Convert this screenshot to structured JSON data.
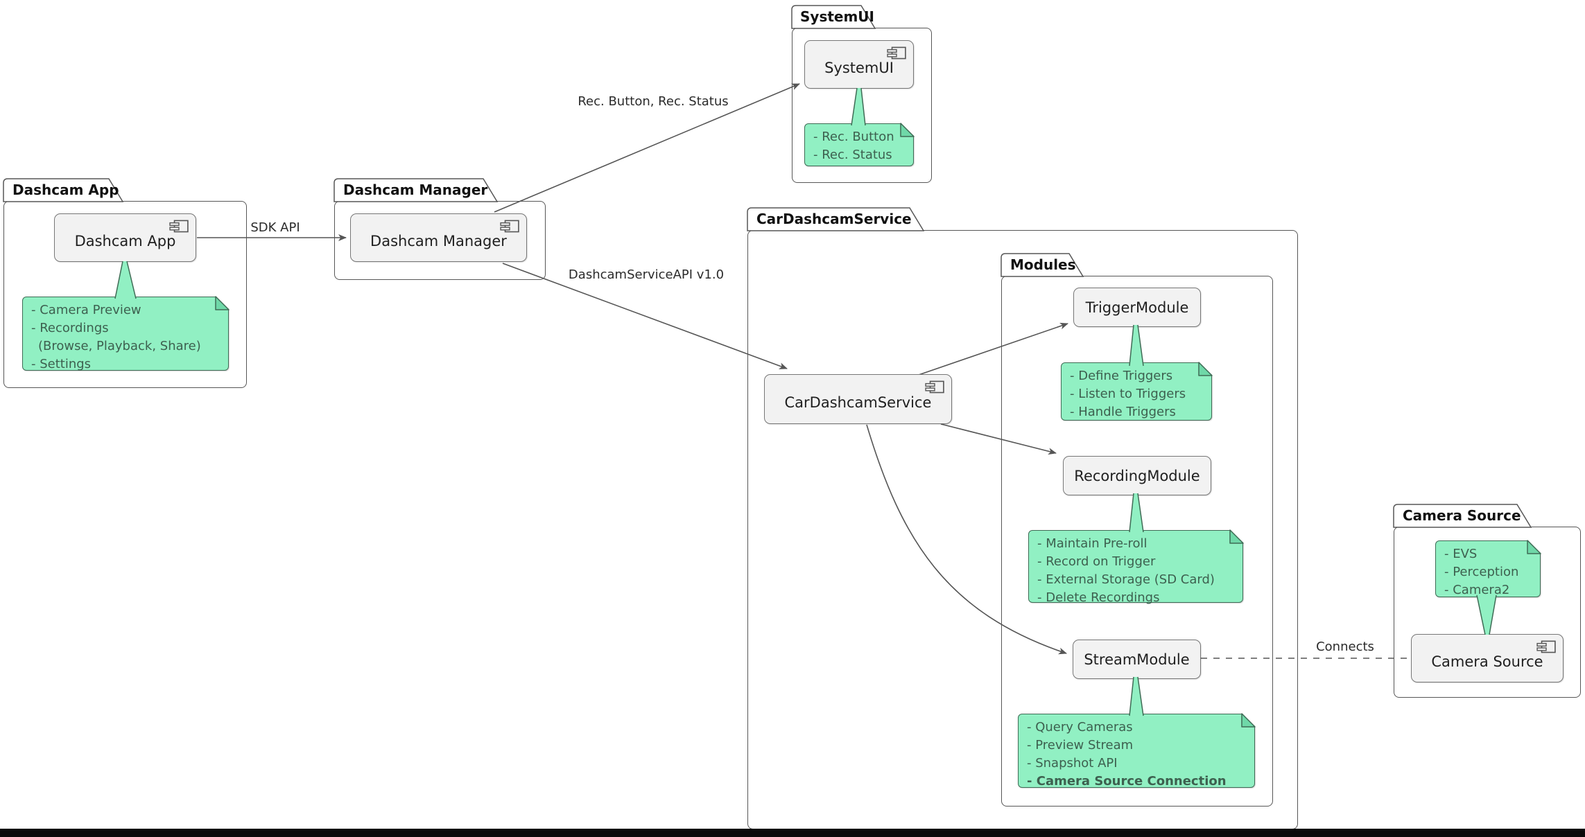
{
  "diagram": {
    "packages": {
      "dashcam_app": {
        "title": "Dashcam App"
      },
      "dashcam_manager": {
        "title": "Dashcam Manager"
      },
      "systemui": {
        "title": "SystemUI"
      },
      "car_dashcam_service": {
        "title": "CarDashcamService"
      },
      "modules": {
        "title": "Modules"
      },
      "camera_source": {
        "title": "Camera Source"
      }
    },
    "components": {
      "dashcam_app": {
        "label": "Dashcam App"
      },
      "dashcam_manager": {
        "label": "Dashcam Manager"
      },
      "systemui": {
        "label": "SystemUI"
      },
      "car_dashcam_service": {
        "label": "CarDashcamService"
      },
      "trigger_module": {
        "label": "TriggerModule"
      },
      "recording_module": {
        "label": "RecordingModule"
      },
      "stream_module": {
        "label": "StreamModule"
      },
      "camera_source": {
        "label": "Camera Source"
      }
    },
    "notes": {
      "dashcam_app": {
        "lines": [
          "- Camera Preview",
          "- Recordings",
          "(Browse, Playback, Share)",
          "- Settings"
        ]
      },
      "systemui": {
        "lines": [
          "- Rec. Button",
          "- Rec. Status"
        ]
      },
      "trigger_module": {
        "lines": [
          "- Define Triggers",
          "- Listen to Triggers",
          "- Handle Triggers"
        ]
      },
      "recording_module": {
        "lines": [
          "- Maintain Pre-roll",
          "- Record on Trigger",
          "- External Storage (SD Card)",
          "- Delete Recordings"
        ]
      },
      "stream_module": {
        "lines": [
          "- Query Cameras",
          "- Preview Stream",
          "- Snapshot API",
          "- Camera Source Connection"
        ]
      },
      "camera_source": {
        "lines": [
          "- EVS",
          "- Perception",
          "- Camera2"
        ]
      }
    },
    "edge_labels": {
      "sdk_api": "SDK API",
      "rec_button_status": "Rec. Button, Rec. Status",
      "dashcam_service_api": "DashcamServiceAPI v1.0",
      "connects": "Connects"
    },
    "colors": {
      "note_fill": "#91f0c3",
      "note_border": "#3f6b55",
      "note_text": "#3d604f",
      "comp_fill": "#f2f2f2",
      "line": "#555555"
    }
  }
}
